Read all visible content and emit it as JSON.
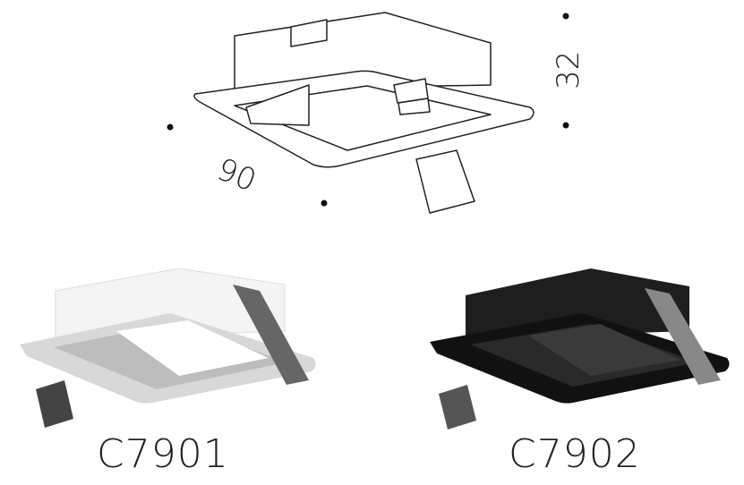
{
  "dimensions": {
    "width": "90",
    "height": "32"
  },
  "products": [
    {
      "code": "C7901",
      "finish_color": "#ffffff"
    },
    {
      "code": "C7902",
      "finish_color": "#1a1a1a"
    }
  ]
}
